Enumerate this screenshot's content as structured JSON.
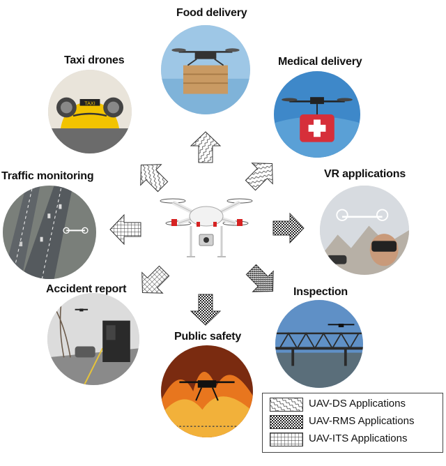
{
  "labels": {
    "food_delivery": "Food delivery",
    "taxi_drones": "Taxi drones",
    "medical_delivery": "Medical delivery",
    "traffic_monitoring": "Traffic monitoring",
    "vr_applications": "VR applications",
    "accident_report": "Accident report",
    "inspection": "Inspection",
    "public_safety": "Public safety"
  },
  "legend": {
    "items": [
      {
        "label": "UAV-DS Applications",
        "pattern": "diagonal-wave"
      },
      {
        "label": "UAV-RMS Applications",
        "pattern": "checker"
      },
      {
        "label": "UAV-ITS Applications",
        "pattern": "grid"
      }
    ]
  },
  "colors": {
    "text": "#111111",
    "arrow_stroke": "#333333",
    "drone_body": "#f2f2f2",
    "drone_accent": "#d62222"
  }
}
